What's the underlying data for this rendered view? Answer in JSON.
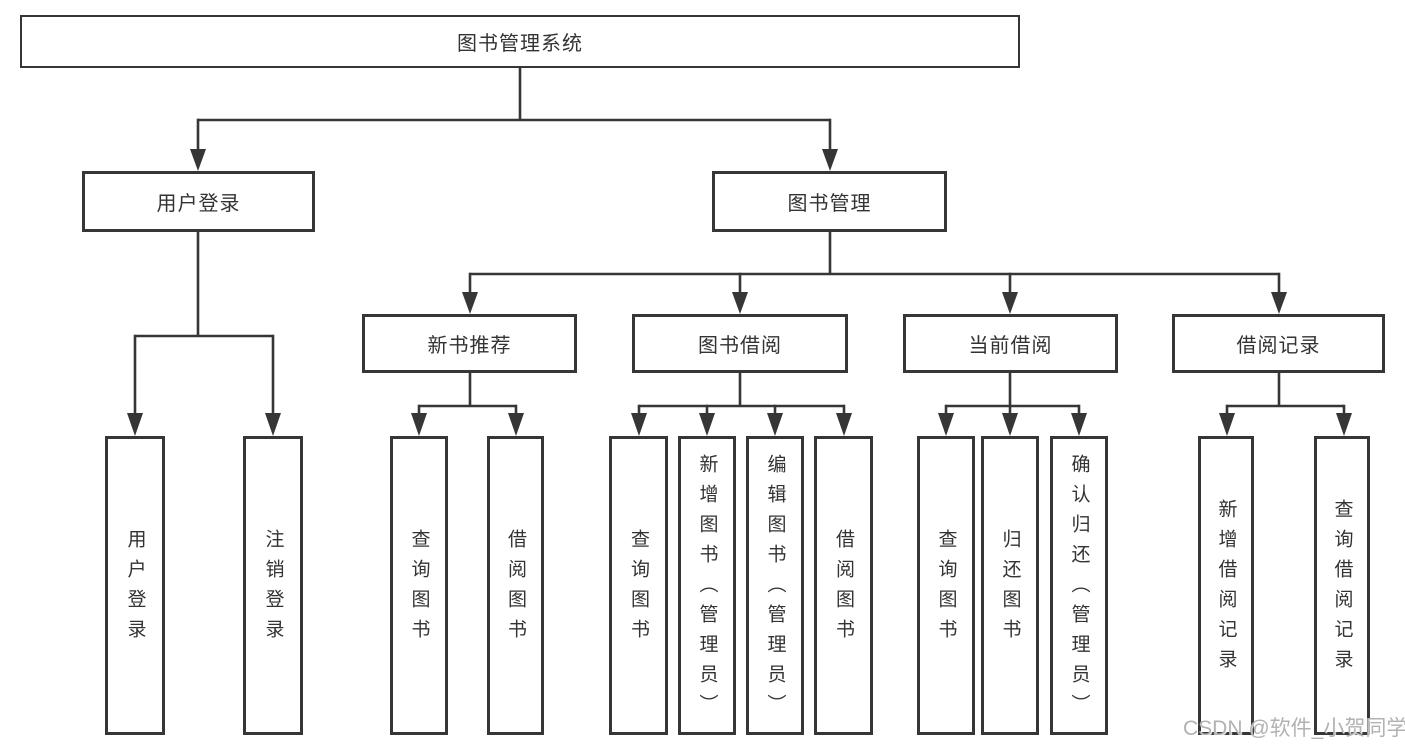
{
  "diagram_title": "图书管理系统",
  "nodes": {
    "root": "图书管理系统",
    "user_login": "用户登录",
    "book_mgmt": "图书管理",
    "new_book_rec": "新书推荐",
    "book_borrow": "图书借阅",
    "current_borrow": "当前借阅",
    "borrow_record": "借阅记录",
    "leaf_user_login": "用户登录",
    "leaf_logout": "注销登录",
    "rec_query_book": "查询图书",
    "rec_borrow_book": "借阅图书",
    "bb_query_book": "查询图书",
    "bb_add_book": "新增图书（管理员）",
    "bb_edit_book": "编辑图书（管理员）",
    "bb_borrow_book": "借阅图书",
    "cb_query_book": "查询图书",
    "cb_return_book": "归还图书",
    "cb_confirm_return": "确认归还（管理员）",
    "br_add_record": "新增借阅记录",
    "br_query_record": "查询借阅记录"
  },
  "watermark": "CSDN @软件_小贺同学",
  "colors": {
    "line": "#363636",
    "box_border": "#363636",
    "text": "#333333",
    "watermark": "#b2b2b2",
    "background": "#ffffff"
  }
}
